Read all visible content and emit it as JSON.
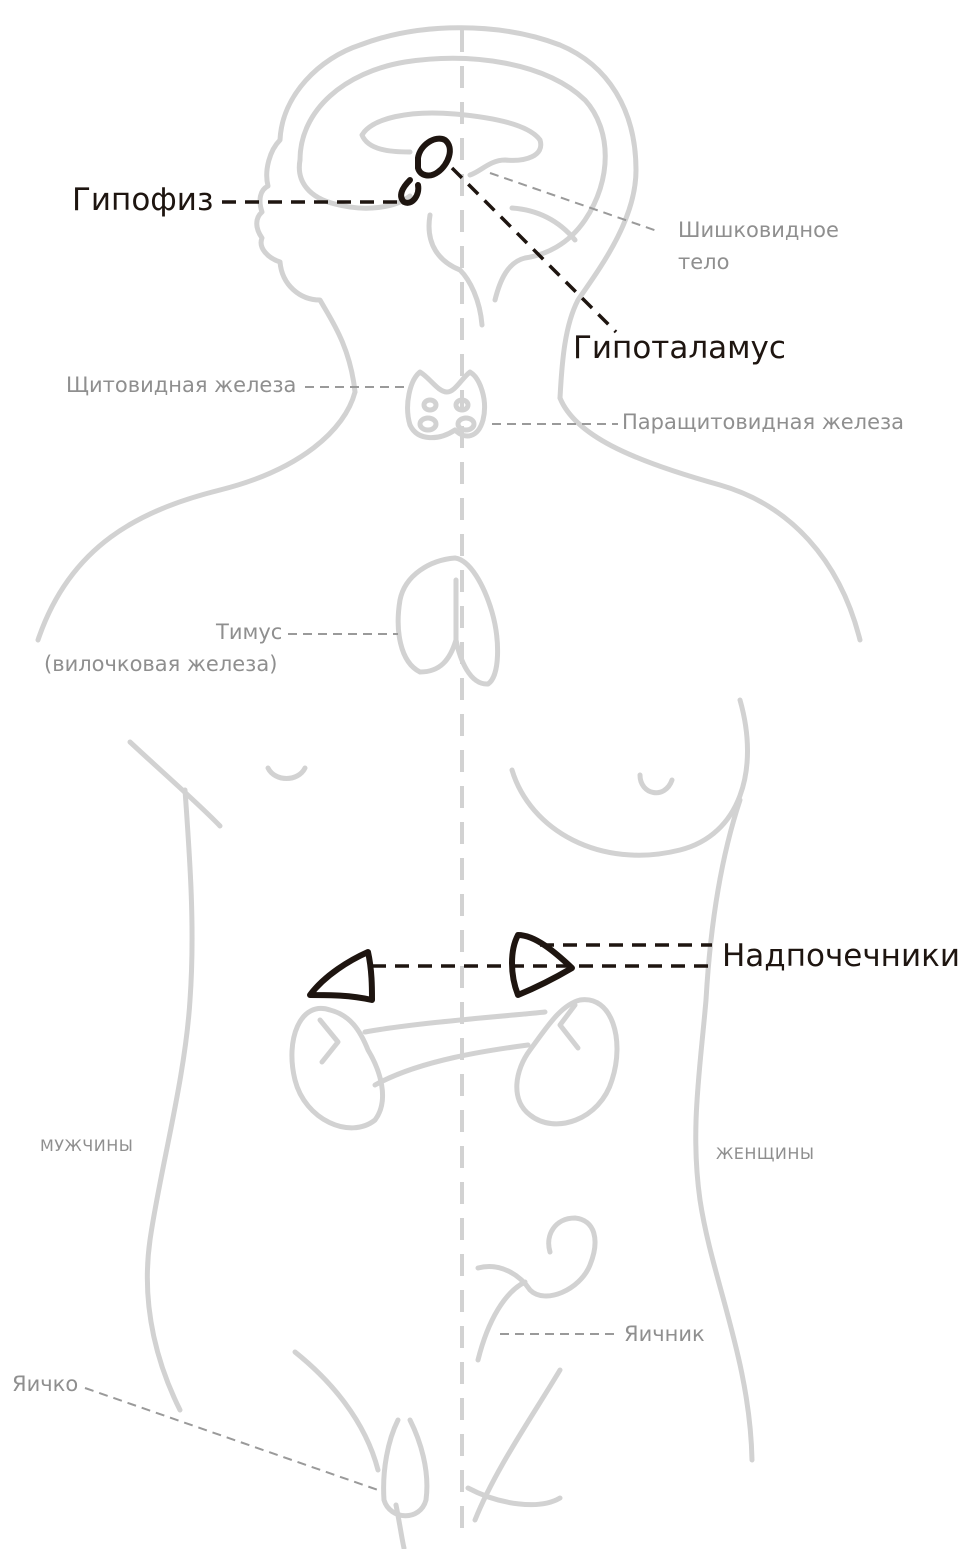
{
  "labels": {
    "pituitary": "Гипофиз",
    "pineal_line1": "Шишковидное",
    "pineal_line2": "тело",
    "hypothalamus": "Гипоталамус",
    "thyroid": "Щитовидная железа",
    "parathyroid": "Паращитовидная железа",
    "thymus_line1": "Тимус",
    "thymus_line2": "(вилочковая железа)",
    "adrenals": "Надпочечники",
    "male": "МУЖЧИНЫ",
    "female": "ЖЕНЩИНЫ",
    "ovary": "Яичник",
    "testis": "Яичко"
  },
  "colors": {
    "highlight": "#1e1510",
    "outline": "#d2d2d2",
    "secondary_text": "#8f8f8f"
  }
}
